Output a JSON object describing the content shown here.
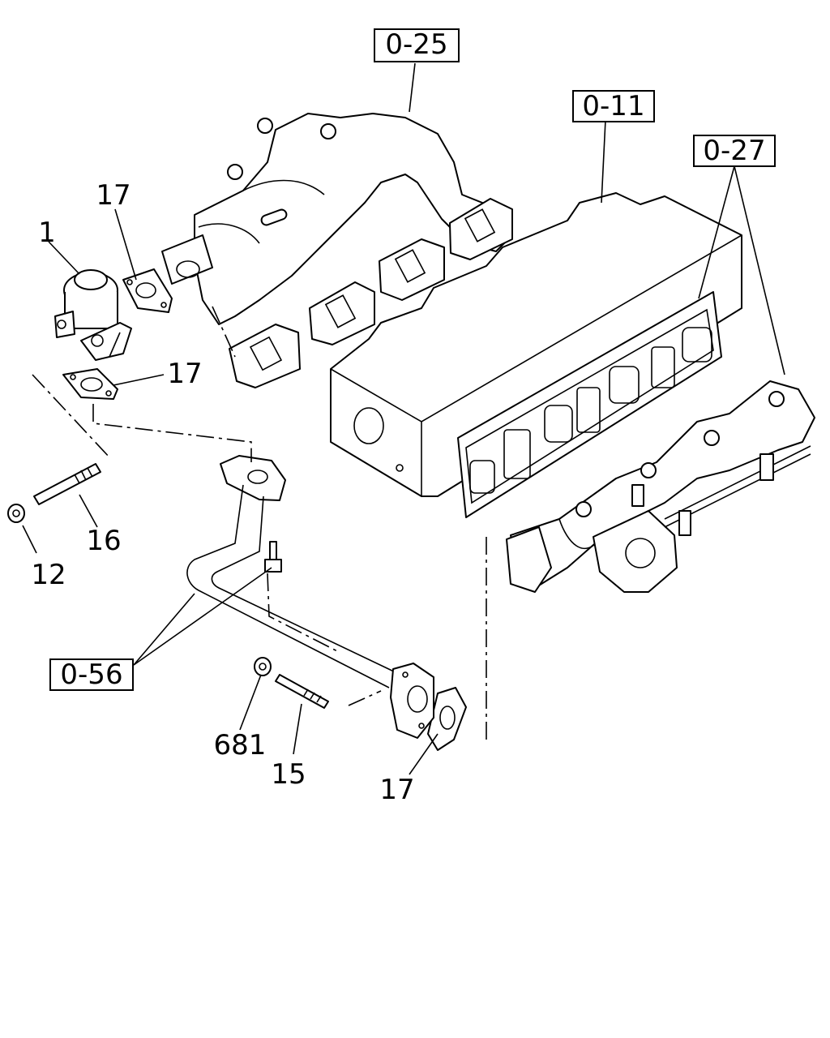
{
  "references": [
    {
      "id": "ref-0-25",
      "text": "0-25"
    },
    {
      "id": "ref-0-11",
      "text": "0-11"
    },
    {
      "id": "ref-0-27",
      "text": "0-27"
    },
    {
      "id": "ref-0-56",
      "text": "0-56"
    }
  ],
  "callouts": {
    "c1": "1",
    "c17a": "17",
    "c17b": "17",
    "c17c": "17",
    "c16": "16",
    "c12": "12",
    "c681": "681",
    "c15": "15"
  }
}
